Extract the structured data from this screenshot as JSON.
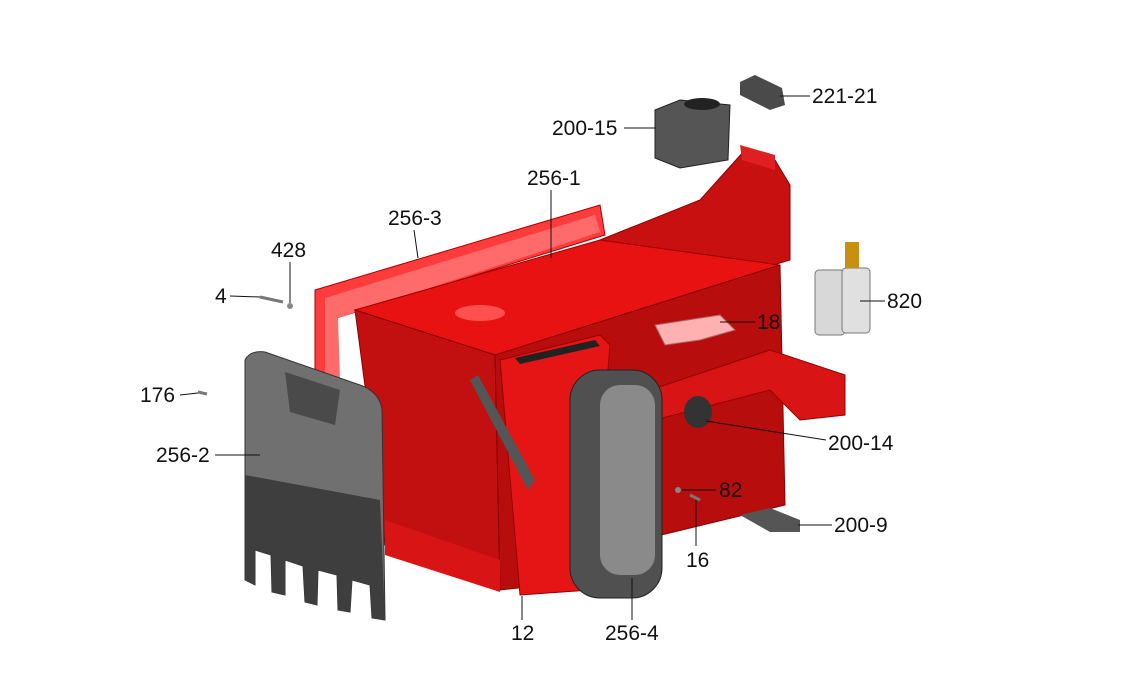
{
  "colors": {
    "frame": "#e01010",
    "frame_dark": "#b00c0c",
    "frame_light": "#ff4a4a",
    "panel": "#cc1212",
    "cover": "#6a6a6a",
    "cover_dark": "#3a3a3a"
  },
  "labels": {
    "p221_21": "221-21",
    "p200_15": "200-15",
    "p256_1": "256-1",
    "p256_3": "256-3",
    "p428": "428",
    "p4": "4",
    "p820": "820",
    "p18": "18",
    "p176": "176",
    "p256_2": "256-2",
    "p200_14": "200-14",
    "p82": "82",
    "p200_9": "200-9",
    "p16": "16",
    "p12": "12",
    "p256_4": "256-4"
  }
}
